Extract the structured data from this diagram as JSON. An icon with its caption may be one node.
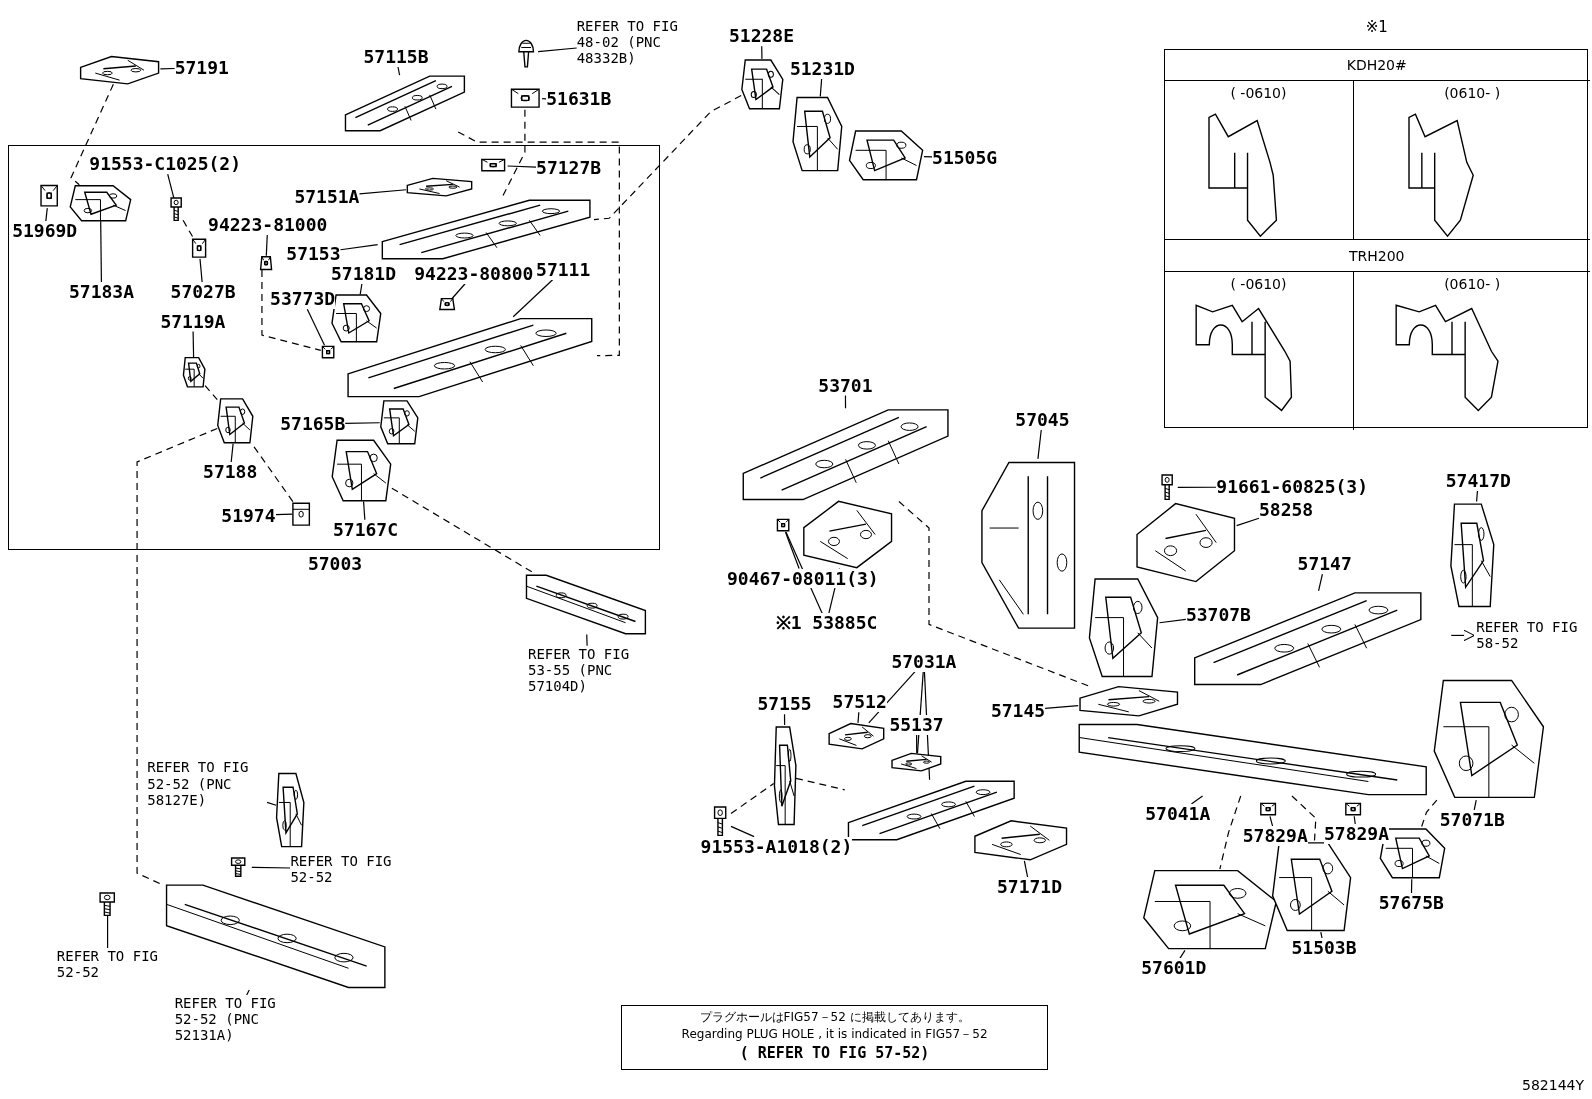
{
  "diagram": {
    "nodes": [
      {
        "text": [
          "57003"
        ]
      },
      {
        "text": [
          "91553-C1025(2)"
        ],
        "in": 0
      },
      {
        "text": [],
        "shape": "picture",
        "in": 0
      },
      {
        "text": [
          "51969D"
        ],
        "in": 0
      },
      {
        "text": [],
        "shape": "picture",
        "in": 0
      },
      {
        "text": [
          "57183A"
        ],
        "in": 0
      },
      {
        "text": [],
        "shape": "picture",
        "in": 0
      },
      {
        "text": [
          "57027B"
        ],
        "in": 0
      },
      {
        "text": [],
        "shape": "picture",
        "in": 0
      },
      {
        "text": [
          "94223-81000"
        ],
        "in": 0
      },
      {
        "text": [],
        "shape": "picture",
        "in": 0
      },
      {
        "text": [
          "53773D"
        ],
        "in": 0
      },
      {
        "text": [],
        "shape": "picture",
        "in": 0
      },
      {
        "text": [
          "57181D"
        ],
        "in": 0
      },
      {
        "text": [],
        "shape": "picture",
        "in": 0
      },
      {
        "text": [
          "94223-80800"
        ],
        "in": 0
      },
      {
        "text": [],
        "shape": "picture",
        "in": 0
      },
      {
        "text": [
          "57111"
        ],
        "in": 0
      },
      {
        "text": [],
        "shape": "picture",
        "in": 0
      },
      {
        "text": [
          "57151A"
        ],
        "in": 0
      },
      {
        "text": [],
        "shape": "picture",
        "in": 0
      },
      {
        "text": [
          "57127B"
        ],
        "in": 0
      },
      {
        "text": [],
        "shape": "picture",
        "in": 0
      },
      {
        "text": [
          "57153"
        ],
        "in": 0
      },
      {
        "text": [],
        "shape": "picture",
        "in": 0
      },
      {
        "text": [
          "57119A"
        ],
        "in": 0
      },
      {
        "text": [],
        "shape": "picture",
        "in": 0
      },
      {
        "text": [
          "57188"
        ],
        "in": 0
      },
      {
        "text": [],
        "shape": "picture",
        "in": 0
      },
      {
        "text": [
          "57165B"
        ],
        "in": 0
      },
      {
        "text": [],
        "shape": "picture",
        "in": 0
      },
      {
        "text": [
          "51974"
        ],
        "in": 0
      },
      {
        "text": [],
        "shape": "picture",
        "in": 0
      },
      {
        "text": [
          "57167C"
        ],
        "in": 0
      },
      {
        "text": [],
        "shape": "picture",
        "in": 0
      },
      {
        "text": [
          "57191"
        ]
      },
      {
        "text": [],
        "shape": "picture"
      },
      {
        "text": [
          "57115B"
        ]
      },
      {
        "text": [],
        "shape": "picture"
      },
      {
        "text": [
          "REFER TO FIG 48-02 (PNC 48332B)"
        ]
      },
      {
        "text": [],
        "shape": "picture"
      },
      {
        "text": [
          "51631B"
        ]
      },
      {
        "text": [],
        "shape": "picture"
      },
      {
        "text": [
          "51228E"
        ]
      },
      {
        "text": [],
        "shape": "picture"
      },
      {
        "text": [
          "51231D"
        ]
      },
      {
        "text": [],
        "shape": "picture"
      },
      {
        "text": [
          "51505G"
        ]
      },
      {
        "text": [],
        "shape": "picture"
      },
      {
        "text": [
          "REFER TO FIG 53-55 (PNC 57104D)"
        ]
      },
      {
        "text": [],
        "shape": "picture"
      },
      {
        "text": [
          "REFER TO FIG 52-52 (PNC 58127E)"
        ]
      },
      {
        "text": [],
        "shape": "picture"
      },
      {
        "text": [
          "REFER TO FIG 52-52"
        ]
      },
      {
        "text": [],
        "shape": "picture"
      },
      {
        "text": [
          "REFER TO FIG 52-52"
        ]
      },
      {
        "text": [],
        "shape": "picture"
      },
      {
        "text": [
          "REFER TO FIG 52-52 (PNC 52131A)"
        ]
      },
      {
        "text": [],
        "shape": "picture"
      },
      {
        "text": [
          "53701"
        ]
      },
      {
        "text": [],
        "shape": "picture"
      },
      {
        "text": [
          "90467-08011(3)"
        ]
      },
      {
        "text": [],
        "shape": "picture"
      },
      {
        "text": [
          "※1 53885C"
        ]
      },
      {
        "text": [],
        "shape": "picture"
      },
      {
        "text": [
          "57045"
        ]
      },
      {
        "text": [],
        "shape": "picture"
      },
      {
        "text": [
          "91661-60825(3)"
        ]
      },
      {
        "text": [],
        "shape": "picture"
      },
      {
        "text": [
          "58258"
        ]
      },
      {
        "text": [],
        "shape": "picture"
      },
      {
        "text": [
          "57417D"
        ]
      },
      {
        "text": [],
        "shape": "picture"
      },
      {
        "text": [
          "57147"
        ]
      },
      {
        "text": [],
        "shape": "picture"
      },
      {
        "text": [
          "53707B"
        ]
      },
      {
        "text": [],
        "shape": "picture"
      },
      {
        "text": [
          "REFER TO FIG 58-52"
        ]
      },
      {
        "text": [
          "57031A"
        ]
      },
      {
        "text": [],
        "shape": "picture"
      },
      {
        "text": [
          "57512"
        ]
      },
      {
        "text": [],
        "shape": "picture"
      },
      {
        "text": [
          "55137"
        ]
      },
      {
        "text": [],
        "shape": "picture"
      },
      {
        "text": [
          "57145"
        ]
      },
      {
        "text": [],
        "shape": "picture"
      },
      {
        "text": [
          "57155"
        ]
      },
      {
        "text": [],
        "shape": "picture"
      },
      {
        "text": [
          "91553-A1018(2)"
        ]
      },
      {
        "text": [],
        "shape": "picture"
      },
      {
        "text": [
          "57171D"
        ]
      },
      {
        "text": [],
        "shape": "picture"
      },
      {
        "text": [
          "57041A"
        ]
      },
      {
        "text": [],
        "shape": "picture"
      },
      {
        "text": [
          "57829A"
        ]
      },
      {
        "text": [],
        "shape": "picture"
      },
      {
        "text": [
          "57829A"
        ]
      },
      {
        "text": [],
        "shape": "picture"
      },
      {
        "text": [
          "57071B"
        ]
      },
      {
        "text": [],
        "shape": "picture"
      },
      {
        "text": [
          "57601D"
        ]
      },
      {
        "text": [],
        "shape": "picture"
      },
      {
        "text": [
          "51503B"
        ]
      },
      {
        "text": [],
        "shape": "picture"
      },
      {
        "text": [
          "57675B"
        ]
      },
      {
        "text": [],
        "shape": "picture"
      },
      {
        "text": [
          "※1"
        ]
      },
      {
        "text": [
          "KDH20#"
        ],
        "in": 106
      },
      {
        "text": [
          "( -0610)"
        ],
        "in": 106
      },
      {
        "text": [
          "(0610- )"
        ],
        "in": 106
      },
      {
        "text": [
          "TRH200"
        ],
        "in": 106
      },
      {
        "text": [
          "( -0610)"
        ],
        "in": 106
      },
      {
        "text": [
          "(0610- )"
        ],
        "in": 106
      },
      {
        "text": [
          "プラグホールはFIG57－52 に掲載してあります。",
          "Regarding PLUG HOLE , it is indicated in FIG57－52",
          "( REFER TO FIG 57-52)"
        ]
      }
    ],
    "edges": [
      {
        "from": 1,
        "to": 2,
        "arrow": "none"
      },
      {
        "from": 3,
        "to": 4,
        "arrow": "none"
      },
      {
        "from": 5,
        "to": 6,
        "arrow": "none"
      },
      {
        "from": 7,
        "to": 8,
        "arrow": "none"
      },
      {
        "from": 9,
        "to": 10,
        "arrow": "none"
      },
      {
        "from": 11,
        "to": 12,
        "arrow": "none"
      },
      {
        "from": 13,
        "to": 14,
        "arrow": "none"
      },
      {
        "from": 15,
        "to": 16,
        "arrow": "none"
      },
      {
        "from": 17,
        "to": 18,
        "arrow": "none"
      },
      {
        "from": 19,
        "to": 20,
        "arrow": "none"
      },
      {
        "from": 21,
        "to": 22,
        "arrow": "none"
      },
      {
        "from": 23,
        "to": 24,
        "arrow": "none"
      },
      {
        "from": 25,
        "to": 26,
        "arrow": "none"
      },
      {
        "from": 27,
        "to": 28,
        "arrow": "none"
      },
      {
        "from": 29,
        "to": 30,
        "arrow": "none"
      },
      {
        "from": 31,
        "to": 32,
        "arrow": "none"
      },
      {
        "from": 33,
        "to": 34,
        "arrow": "none"
      },
      {
        "from": 35,
        "to": 36,
        "arrow": "none"
      },
      {
        "from": 37,
        "to": 38,
        "arrow": "none"
      },
      {
        "from": 39,
        "to": 40,
        "arrow": "none"
      },
      {
        "from": 41,
        "to": 42,
        "arrow": "none"
      },
      {
        "from": 43,
        "to": 44,
        "arrow": "none"
      },
      {
        "from": 45,
        "to": 46,
        "arrow": "none"
      },
      {
        "from": 47,
        "to": 48,
        "arrow": "none"
      },
      {
        "from": 49,
        "to": 50,
        "arrow": "none"
      },
      {
        "from": 51,
        "to": 52,
        "arrow": "none"
      },
      {
        "from": 53,
        "to": 54,
        "arrow": "none"
      },
      {
        "from": 55,
        "to": 56,
        "arrow": "none"
      },
      {
        "from": 57,
        "to": 58,
        "arrow": "none"
      },
      {
        "from": 59,
        "to": 60,
        "arrow": "none"
      },
      {
        "from": 61,
        "to": 62,
        "arrow": "none"
      },
      {
        "from": 63,
        "to": 64,
        "arrow": "none"
      },
      {
        "from": 63,
        "to": 62,
        "arrow": "none"
      },
      {
        "from": 65,
        "to": 66,
        "arrow": "none"
      },
      {
        "from": 67,
        "to": 68,
        "arrow": "none"
      },
      {
        "from": 69,
        "to": 70,
        "arrow": "none"
      },
      {
        "from": 71,
        "to": 72,
        "arrow": "none"
      },
      {
        "from": 73,
        "to": 74,
        "arrow": "none"
      },
      {
        "from": 75,
        "to": 76,
        "arrow": "none"
      },
      {
        "from": null,
        "to": 77,
        "arrow": "to"
      },
      {
        "from": 78,
        "to": 79,
        "arrow": "none"
      },
      {
        "from": 78,
        "to": 81,
        "arrow": "none"
      },
      {
        "from": 78,
        "to": 83,
        "arrow": "none"
      },
      {
        "from": 80,
        "to": 81,
        "arrow": "none"
      },
      {
        "from": 82,
        "to": 83,
        "arrow": "none"
      },
      {
        "from": 84,
        "to": 85,
        "arrow": "none"
      },
      {
        "from": 86,
        "to": 87,
        "arrow": "none"
      },
      {
        "from": 88,
        "to": 89,
        "arrow": "none"
      },
      {
        "from": 90,
        "to": 91,
        "arrow": "none"
      },
      {
        "from": 92,
        "to": 93,
        "arrow": "none"
      },
      {
        "from": 94,
        "to": 95,
        "arrow": "none"
      },
      {
        "from": 96,
        "to": 97,
        "arrow": "none"
      },
      {
        "from": 98,
        "to": 99,
        "arrow": "none"
      },
      {
        "from": 100,
        "to": 101,
        "arrow": "none"
      },
      {
        "from": 102,
        "to": 103,
        "arrow": "none"
      },
      {
        "from": 104,
        "to": 105,
        "arrow": "none"
      },
      {
        "from": 36,
        "to": 6,
        "arrow": "none",
        "style": "dashed"
      },
      {
        "from": 38,
        "to": 18,
        "arrow": "none",
        "style": "dashed"
      },
      {
        "from": 42,
        "to": 24,
        "arrow": "none",
        "style": "dashed"
      },
      {
        "from": 44,
        "to": 24,
        "arrow": "none",
        "style": "dashed"
      },
      {
        "from": 2,
        "to": 8,
        "arrow": "none",
        "style": "dashed"
      },
      {
        "from": 10,
        "to": 12,
        "arrow": "none",
        "style": "dashed"
      },
      {
        "from": 26,
        "to": 28,
        "arrow": "none",
        "style": "dashed"
      },
      {
        "from": 32,
        "to": 28,
        "arrow": "none",
        "style": "dashed"
      },
      {
        "from": 28,
        "to": 58,
        "arrow": "none",
        "style": "dashed"
      },
      {
        "from": 34,
        "to": 50,
        "arrow": "none",
        "style": "dashed"
      },
      {
        "from": 60,
        "to": 85,
        "arrow": "none",
        "style": "dashed"
      },
      {
        "from": 89,
        "to": 87,
        "arrow": "none",
        "style": "dashed"
      },
      {
        "from": 87,
        "to": 79,
        "arrow": "none",
        "style": "dashed"
      },
      {
        "from": 93,
        "to": 101,
        "arrow": "none",
        "style": "dashed"
      },
      {
        "from": 93,
        "to": 103,
        "arrow": "none",
        "style": "dashed"
      },
      {
        "from": 99,
        "to": 105,
        "arrow": "none",
        "style": "dashed"
      }
    ],
    "labels": [
      "582144Y"
    ]
  }
}
